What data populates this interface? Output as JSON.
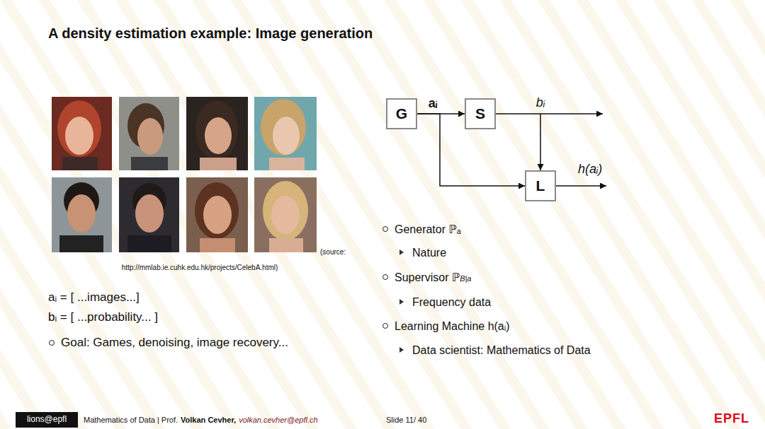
{
  "diagram": {
    "title": "A density estimation example: Image generation",
    "nodes": [
      {
        "text": [
          "G"
        ]
      },
      {
        "text": [
          "S"
        ]
      },
      {
        "text": [
          "L"
        ]
      },
      {
        "text": [
          "lions@epfl"
        ]
      }
    ],
    "edges": [
      {
        "from": 0,
        "to": 1,
        "arrow": "to",
        "label": "aᵢ"
      },
      {
        "from": 0,
        "to": 2,
        "arrow": "to"
      },
      {
        "from": 1,
        "to": 2,
        "arrow": "to",
        "label": "bᵢ"
      }
    ],
    "labels": [
      "(source:",
      "http://mmlab.ie.cuhk.edu.hk/projects/CelebA.html)",
      "aᵢ = [ ...images...]",
      "bᵢ = [ ...probability... ]",
      "Goal: Games, denoising, image recovery...",
      "h(aᵢ)",
      "Generator ℙₐ",
      "Nature",
      "Supervisor ℙ",
      "B|a",
      "Frequency data",
      "Learning Machine h(aᵢ)",
      "Data scientist: Mathematics of Data",
      "Mathematics of Data | Prof.",
      "Volkan Cevher,",
      "volkan.cevher@epfl.ch",
      "Slide 11/ 40",
      "EPFL"
    ]
  }
}
